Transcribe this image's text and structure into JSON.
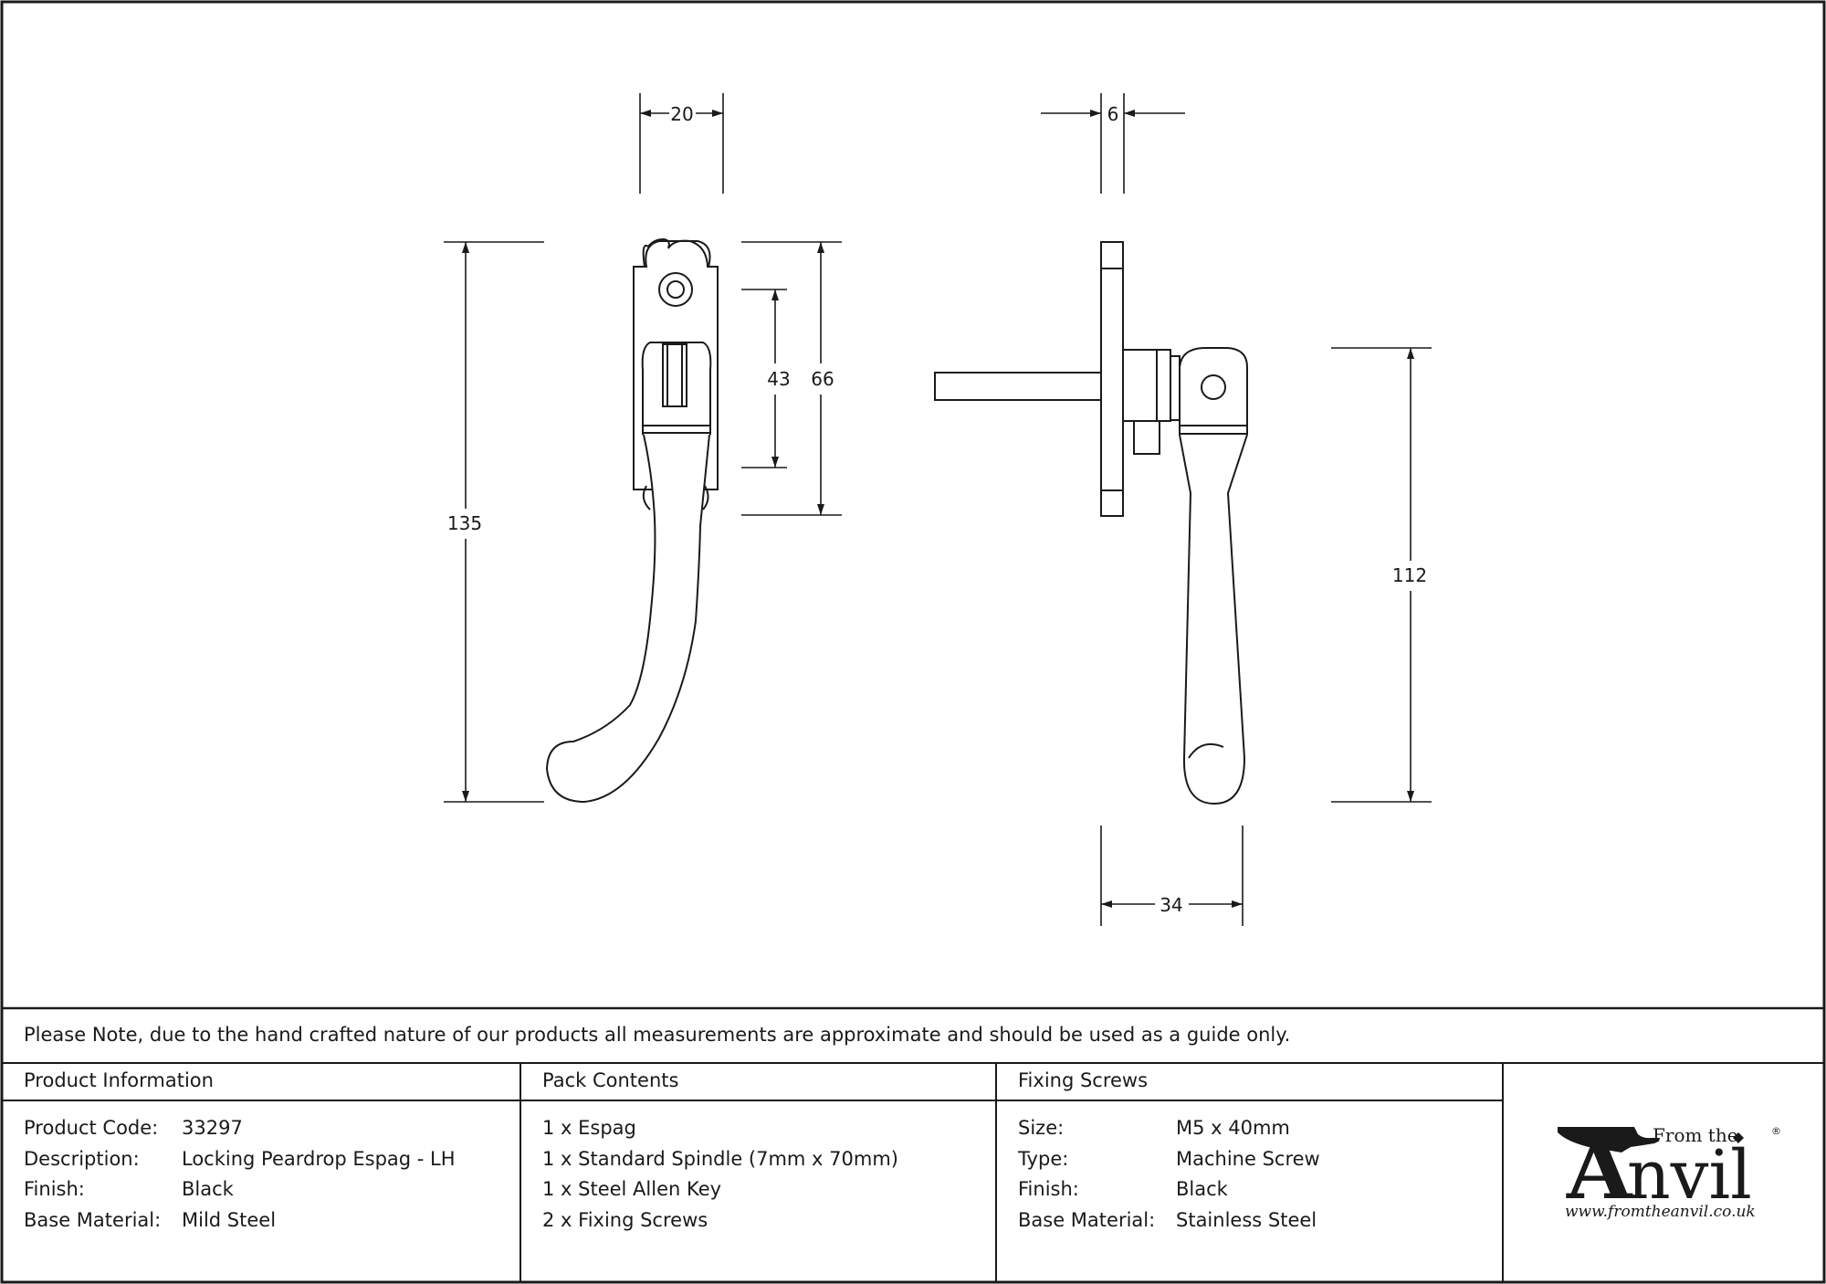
{
  "dimensions": {
    "top_width": "20",
    "spindle_depth": "6",
    "overall_height": "135",
    "hole_spacing": "43",
    "backplate_height": "66",
    "handle_length": "112",
    "projection": "34"
  },
  "note": "Please Note, due to the hand crafted nature of our products all measurements are approximate and should be used as a guide only.",
  "product_information": {
    "heading": "Product Information",
    "rows": [
      {
        "label": "Product Code:",
        "value": "33297"
      },
      {
        "label": "Description:",
        "value": "Locking Peardrop Espag - LH"
      },
      {
        "label": "Finish:",
        "value": "Black"
      },
      {
        "label": "Base Material:",
        "value": "Mild Steel"
      }
    ]
  },
  "pack_contents": {
    "heading": "Pack Contents",
    "items": [
      "1 x Espag",
      "1 x Standard Spindle (7mm x 70mm)",
      "1 x Steel Allen Key",
      "2 x Fixing Screws"
    ]
  },
  "fixing_screws": {
    "heading": "Fixing Screws",
    "rows": [
      {
        "label": "Size:",
        "value": "M5 x 40mm"
      },
      {
        "label": "Type:",
        "value": "Machine Screw"
      },
      {
        "label": "Finish:",
        "value": "Black"
      },
      {
        "label": "Base Material:",
        "value": "Stainless Steel"
      }
    ]
  },
  "logo": {
    "from_the": "From the",
    "brand_initial": "A",
    "brand_rest": "nvil",
    "registered": "®",
    "url": "www.fromtheanvil.co.uk"
  }
}
